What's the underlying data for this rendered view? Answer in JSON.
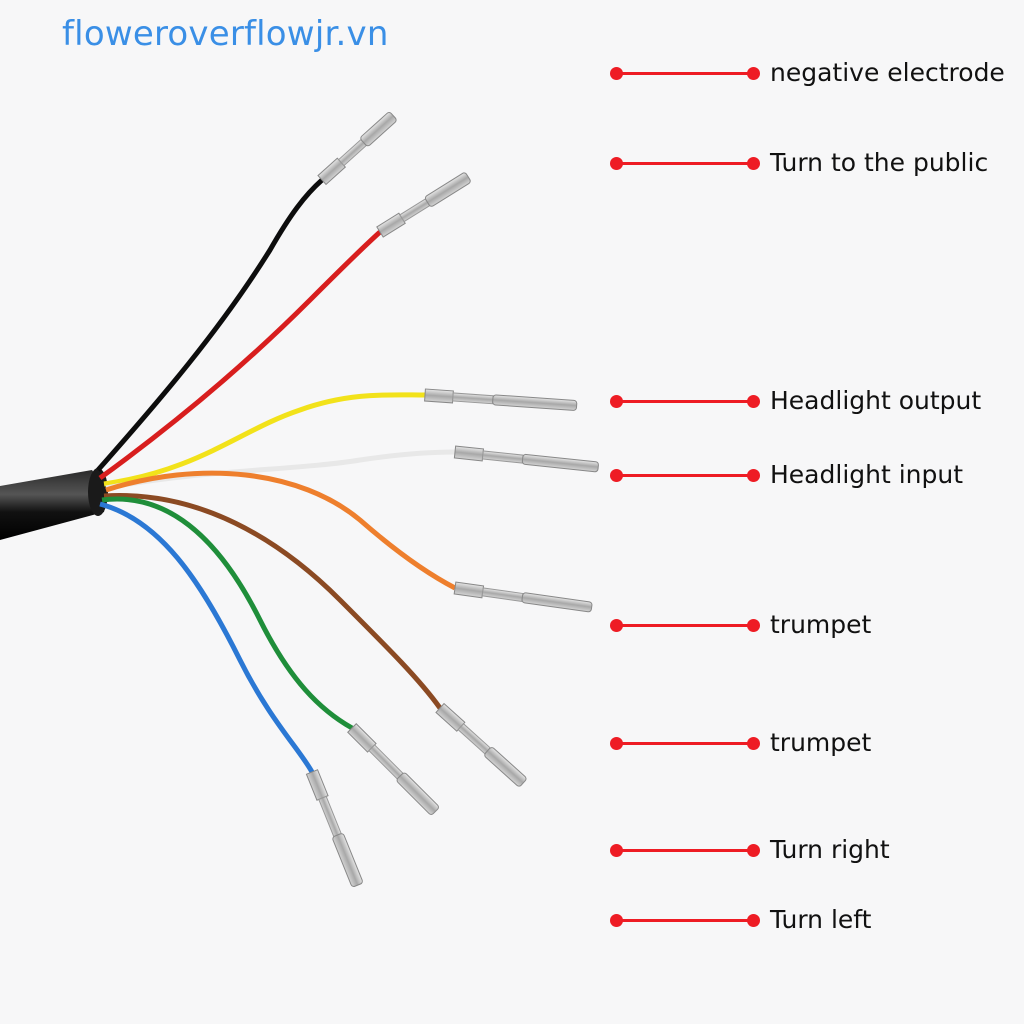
{
  "watermark": "floweroverflowjr.vn",
  "accent_color": "#ee1c24",
  "wire_colors": [
    "black",
    "red",
    "yellow",
    "white",
    "orange",
    "brown",
    "green",
    "blue"
  ],
  "labels": [
    "negative electrode",
    "Turn to the public",
    "Headlight output",
    "Headlight input",
    "trumpet",
    "trumpet",
    "Turn right",
    "Turn left"
  ]
}
